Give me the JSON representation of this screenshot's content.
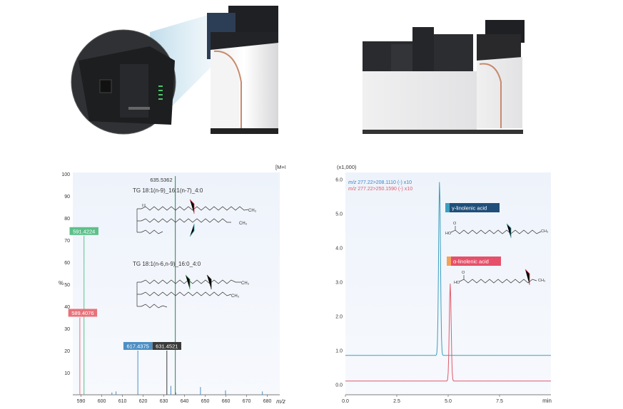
{
  "chart_data": [
    {
      "type": "bar",
      "title": "",
      "xlabel": "m/z",
      "ylabel": "%",
      "xlim": [
        586,
        686
      ],
      "ylim": [
        0,
        100
      ],
      "xticks": [
        590,
        600,
        610,
        620,
        630,
        640,
        650,
        660,
        670,
        680
      ],
      "yticks": [
        10,
        20,
        30,
        40,
        50,
        60,
        70,
        80,
        90,
        100
      ],
      "series": [
        {
          "values": [
            {
              "x": 589.4076,
              "y": 35,
              "label": "589.4076",
              "color": "#e8727a"
            },
            {
              "x": 591.4224,
              "y": 72,
              "label": "591.4224",
              "color": "#5cc08a"
            },
            {
              "x": 604.9,
              "y": 1
            },
            {
              "x": 606.9,
              "y": 1.5
            },
            {
              "x": 617.4375,
              "y": 20,
              "label": "617.4375",
              "color": "#4c8fc4"
            },
            {
              "x": 631.4521,
              "y": 20,
              "label": "631.4521",
              "color": "#3a3a3a"
            },
            {
              "x": 635.5362,
              "y": 99,
              "label": "635.5362",
              "color": "#2e7d4f"
            },
            {
              "x": 635.8,
              "y": 1
            },
            {
              "x": 633.4,
              "y": 4
            },
            {
              "x": 647.7,
              "y": 3.5
            },
            {
              "x": 659.8,
              "y": 2
            },
            {
              "x": 677.6,
              "y": 1.5
            }
          ]
        }
      ],
      "annotations": {
        "precursor": "[M+H]+",
        "structure_1": "TG 18:1(n-9)_16:1(n-7)_4:0",
        "structure_2": "TG 18:1(n-6,n-9)_16:0_4:0",
        "ch3_label": "CH₃"
      },
      "grid": false
    },
    {
      "type": "line",
      "title": "",
      "xlabel": "min",
      "ylabel": "(x1,000)",
      "xlim": [
        0,
        10
      ],
      "ylim": [
        -0.3,
        6.2
      ],
      "xticks": [
        0.0,
        2.5,
        5.0,
        7.5
      ],
      "xtick_labels": [
        "0.0",
        "2.5",
        "5.0",
        "7.5"
      ],
      "yticks": [
        0.0,
        1.0,
        2.0,
        3.0,
        4.0,
        5.0,
        6.0
      ],
      "ytick_labels": [
        "0.0",
        "1.0",
        "2.0",
        "3.0",
        "4.0",
        "5.0",
        "6.0"
      ],
      "series": [
        {
          "name": "m/z 277.22>208.1110 (-) x10",
          "color": "#3b9fbf",
          "baseline": 0.85,
          "peak": {
            "x": 4.58,
            "y": 5.95
          }
        },
        {
          "name": "m/z 277.22>250.1590 (-) x10",
          "color": "#e05a6a",
          "baseline": 0.1,
          "peak": {
            "x": 5.1,
            "y": 2.95
          }
        }
      ],
      "annotations": {
        "gamma": "γ-linolenic acid",
        "alpha": "α-linolenic acid",
        "ho": "HO",
        "o": "O",
        "ch3": "CH₃"
      },
      "legend": "top-left",
      "grid": false
    }
  ],
  "legend_prefix": "m/z",
  "legend_1_suffix": " 277.22>208.1110 (-) x10",
  "legend_2_suffix": " 277.22>250.1590 (-) x10"
}
